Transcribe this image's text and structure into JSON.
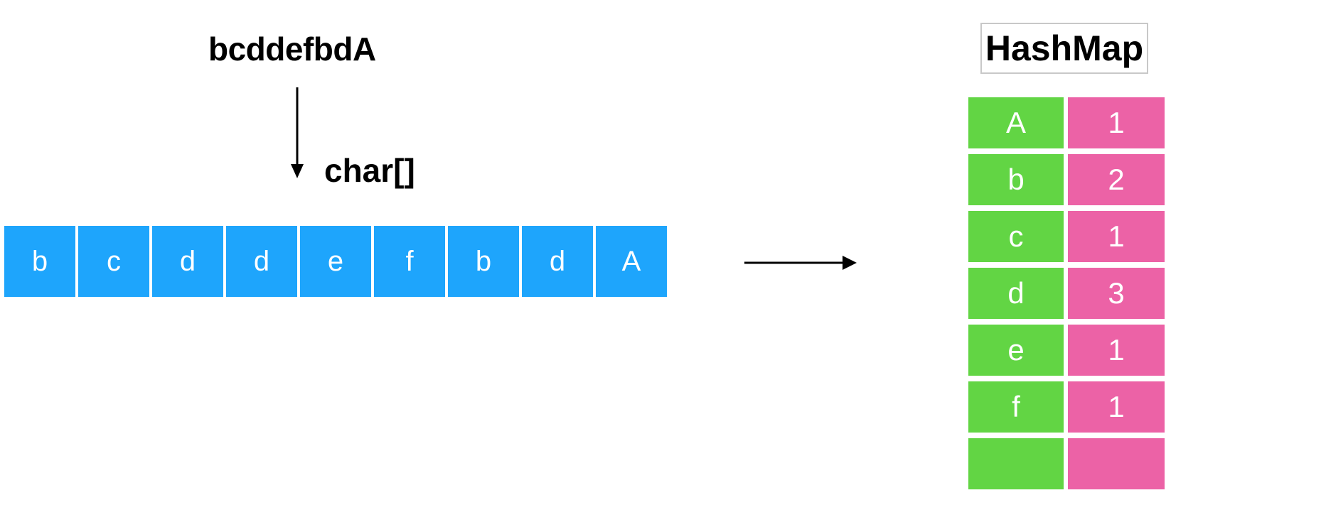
{
  "source_string": "bcddefbdA",
  "array_label": "char[]",
  "char_array": [
    "b",
    "c",
    "d",
    "d",
    "e",
    "f",
    "b",
    "d",
    "A"
  ],
  "hashmap": {
    "title": "HashMap",
    "entries": [
      {
        "key": "A",
        "value": "1"
      },
      {
        "key": "b",
        "value": "2"
      },
      {
        "key": "c",
        "value": "1"
      },
      {
        "key": "d",
        "value": "3"
      },
      {
        "key": "e",
        "value": "1"
      },
      {
        "key": "f",
        "value": "1"
      },
      {
        "key": "",
        "value": ""
      }
    ]
  },
  "colors": {
    "array_cell": "#1ea5fc",
    "map_key": "#62d544",
    "map_value": "#ec62a6",
    "text_on_cell": "#ffffff",
    "label": "#000000"
  },
  "icons": {
    "down_arrow": "arrow-down-icon",
    "right_arrow": "arrow-right-icon"
  }
}
